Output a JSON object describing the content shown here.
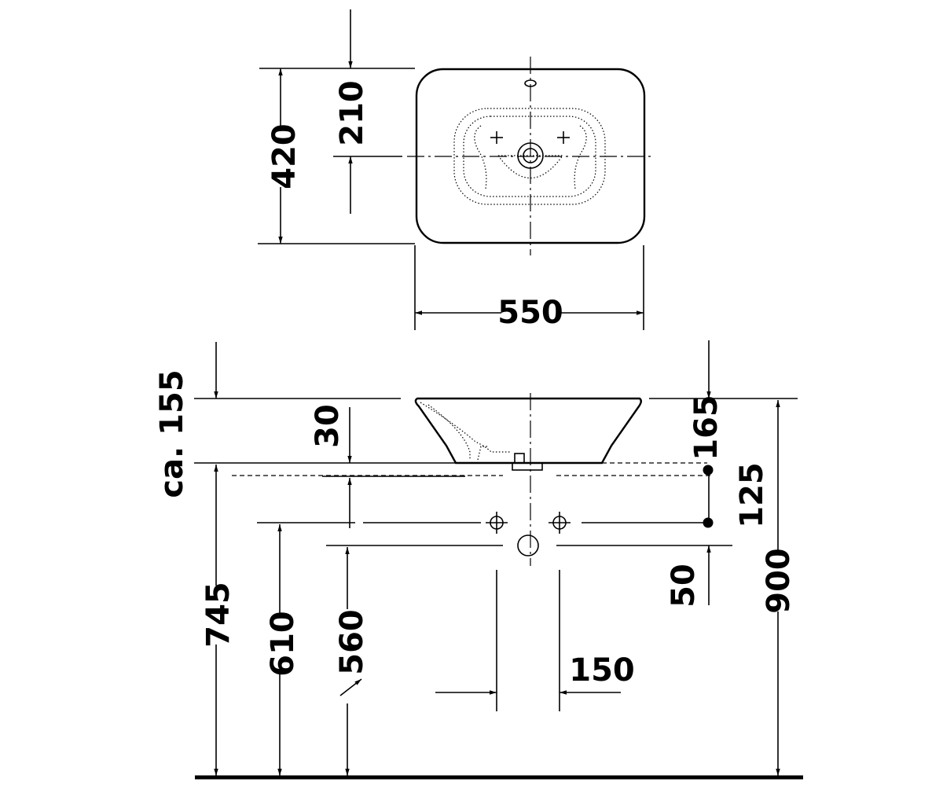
{
  "dimensions": {
    "top_width": "550",
    "top_depth": "420",
    "tap_hole_offset": "210",
    "height": "ca. 155",
    "rim_thickness": "30",
    "top_to_tap": "165",
    "tap_spacing_vertical": "125",
    "tap_to_drain": "50",
    "counter_height": "745",
    "tap_height": "610",
    "drain_height": "560",
    "total_height": "900",
    "tap_spacing_horizontal": "150"
  }
}
